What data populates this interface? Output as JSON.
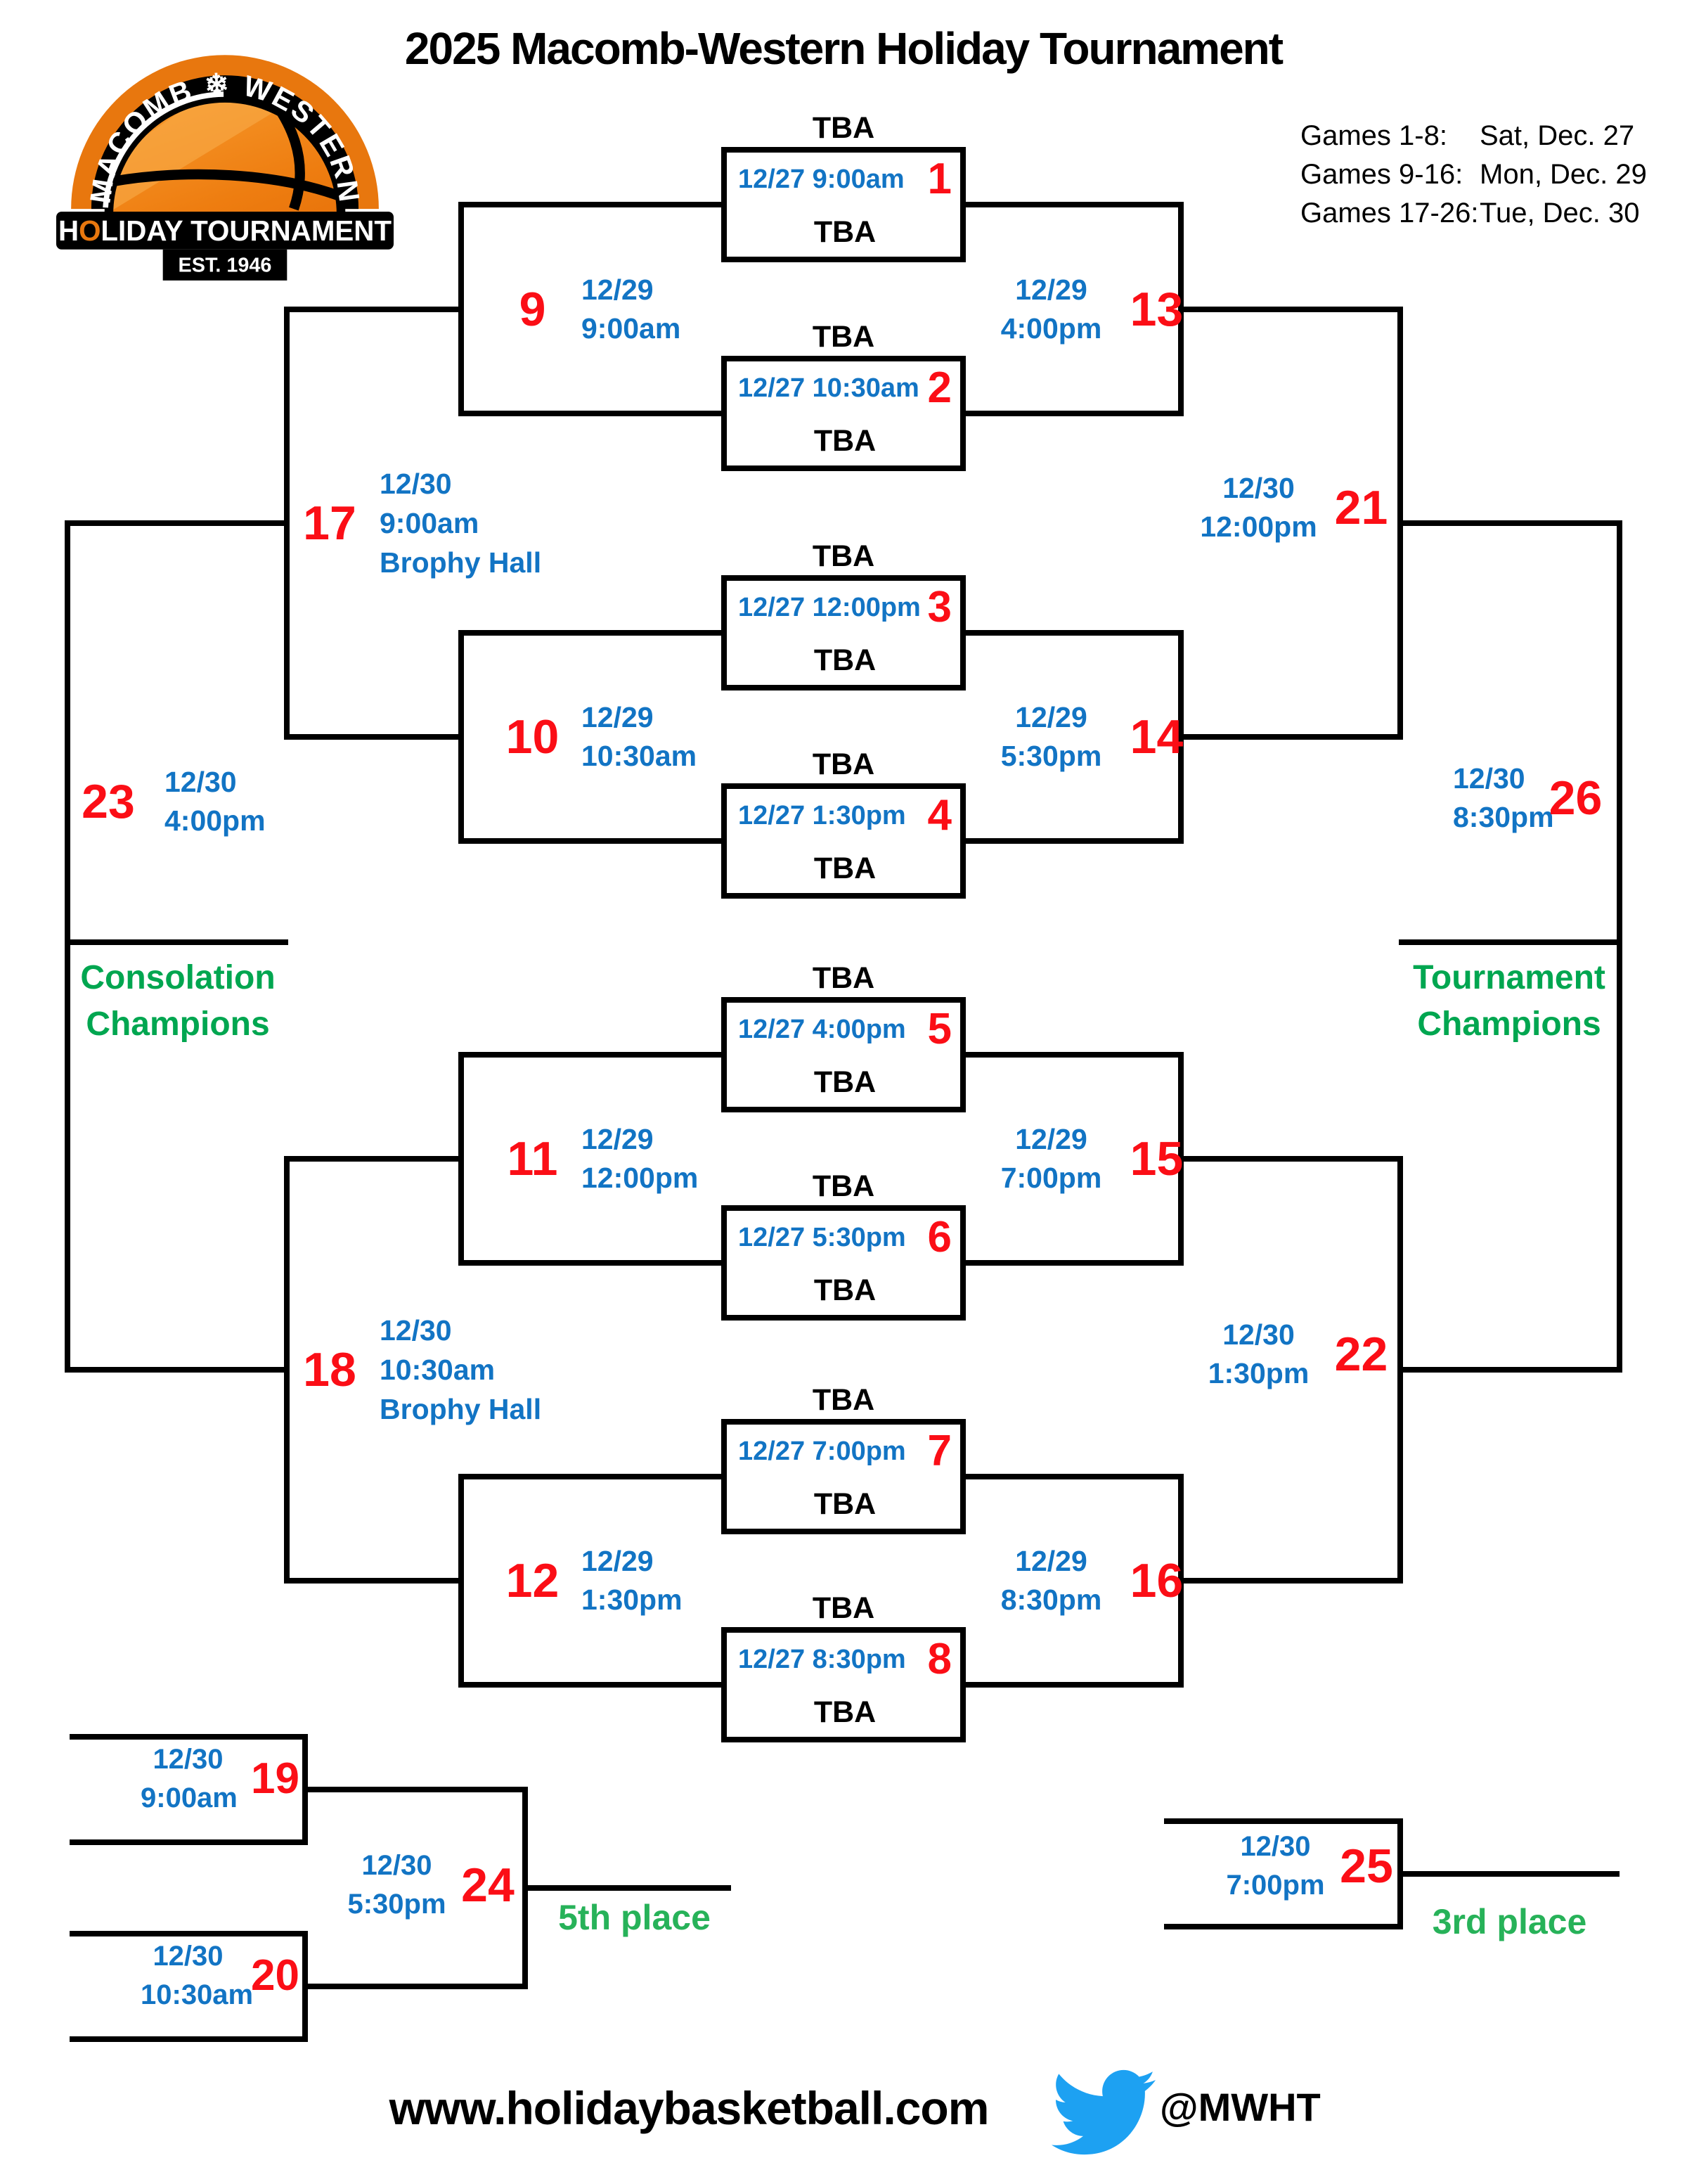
{
  "title": "2025 Macomb-Western Holiday Tournament",
  "logo": {
    "arc_text": "MACOMB ❄ WESTERN",
    "banner_pre": "H",
    "banner_o": "O",
    "banner_post": "LIDAY TOURNAMENT",
    "established": "EST. 1946"
  },
  "schedule": {
    "rows": [
      {
        "games": "Games 1-8:",
        "date": "Sat, Dec. 27"
      },
      {
        "games": "Games 9-16:",
        "date": "Mon, Dec. 29"
      },
      {
        "games": "Games 17-26:",
        "date": "Tue, Dec. 30"
      }
    ]
  },
  "bracket": {
    "first_round": [
      {
        "num": "1",
        "dt": "12/27 9:00am",
        "team_top": "TBA",
        "team_bottom": "TBA"
      },
      {
        "num": "2",
        "dt": "12/27 10:30am",
        "team_top": "TBA",
        "team_bottom": "TBA"
      },
      {
        "num": "3",
        "dt": "12/27 12:00pm",
        "team_top": "TBA",
        "team_bottom": "TBA"
      },
      {
        "num": "4",
        "dt": "12/27 1:30pm",
        "team_top": "TBA",
        "team_bottom": "TBA"
      },
      {
        "num": "5",
        "dt": "12/27 4:00pm",
        "team_top": "TBA",
        "team_bottom": "TBA"
      },
      {
        "num": "6",
        "dt": "12/27 5:30pm",
        "team_top": "TBA",
        "team_bottom": "TBA"
      },
      {
        "num": "7",
        "dt": "12/27 7:00pm",
        "team_top": "TBA",
        "team_bottom": "TBA"
      },
      {
        "num": "8",
        "dt": "12/27 8:30pm",
        "team_top": "TBA",
        "team_bottom": "TBA"
      }
    ],
    "consolation_round": [
      {
        "num": "9",
        "date": "12/29",
        "time": "9:00am"
      },
      {
        "num": "10",
        "date": "12/29",
        "time": "10:30am"
      },
      {
        "num": "11",
        "date": "12/29",
        "time": "12:00pm"
      },
      {
        "num": "12",
        "date": "12/29",
        "time": "1:30pm"
      }
    ],
    "winners_round": [
      {
        "num": "13",
        "date": "12/29",
        "time": "4:00pm"
      },
      {
        "num": "14",
        "date": "12/29",
        "time": "5:30pm"
      },
      {
        "num": "15",
        "date": "12/29",
        "time": "7:00pm"
      },
      {
        "num": "16",
        "date": "12/29",
        "time": "8:30pm"
      }
    ],
    "consolation_semis": [
      {
        "num": "17",
        "date": "12/30",
        "time": "9:00am",
        "venue": "Brophy Hall"
      },
      {
        "num": "18",
        "date": "12/30",
        "time": "10:30am",
        "venue": "Brophy Hall"
      }
    ],
    "winners_semis": [
      {
        "num": "21",
        "date": "12/30",
        "time": "12:00pm"
      },
      {
        "num": "22",
        "date": "12/30",
        "time": "1:30pm"
      }
    ],
    "consolation_final": {
      "num": "23",
      "date": "12/30",
      "time": "4:00pm"
    },
    "championship_final": {
      "num": "26",
      "date": "12/30",
      "time": "8:30pm"
    },
    "consolation_trophy": {
      "line1": "Consolation",
      "line2": "Champions"
    },
    "champion_trophy": {
      "line1": "Tournament",
      "line2": "Champions"
    },
    "fifth_place": {
      "game_a": {
        "num": "19",
        "date": "12/30",
        "time": "9:00am"
      },
      "game_b": {
        "num": "20",
        "date": "12/30",
        "time": "10:30am"
      },
      "final": {
        "num": "24",
        "date": "12/30",
        "time": "5:30pm"
      },
      "label": "5th place"
    },
    "third_place": {
      "final": {
        "num": "25",
        "date": "12/30",
        "time": "7:00pm"
      },
      "label": "3rd place"
    }
  },
  "footer": {
    "website": "www.holidaybasketball.com",
    "twitter_handle": "@MWHT"
  },
  "colors": {
    "blue": "#1274C4",
    "red": "#FB0E16",
    "green_champions": "#00A650",
    "green_place": "#27B259",
    "twitter_blue": "#1DA1F2",
    "logo_orange": "#E8770E"
  }
}
